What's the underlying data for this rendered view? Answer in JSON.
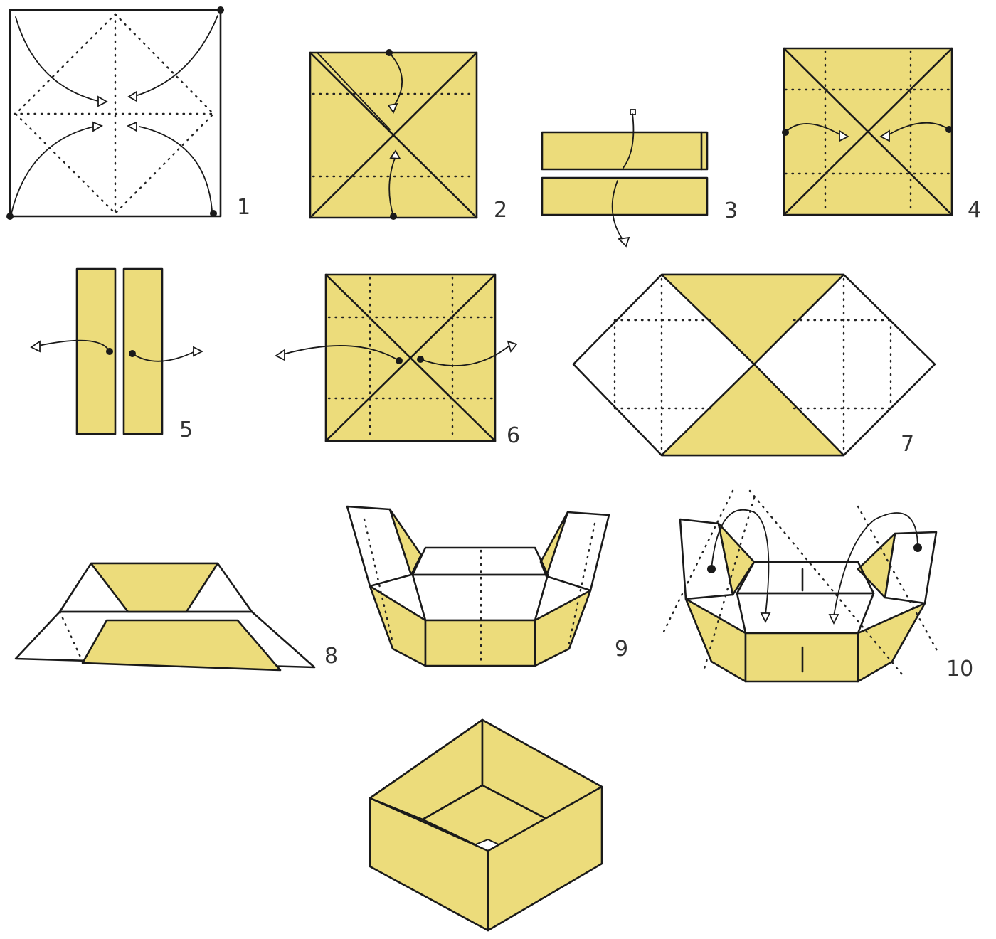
{
  "colors": {
    "paper_colored": "#ecdc7b",
    "paper_white": "#ffffff",
    "ink": "#1a1a1a"
  },
  "steps": [
    {
      "label": "1"
    },
    {
      "label": "2"
    },
    {
      "label": "3"
    },
    {
      "label": "4"
    },
    {
      "label": "5"
    },
    {
      "label": "6"
    },
    {
      "label": "7"
    },
    {
      "label": "8"
    },
    {
      "label": "9"
    },
    {
      "label": "10"
    }
  ]
}
